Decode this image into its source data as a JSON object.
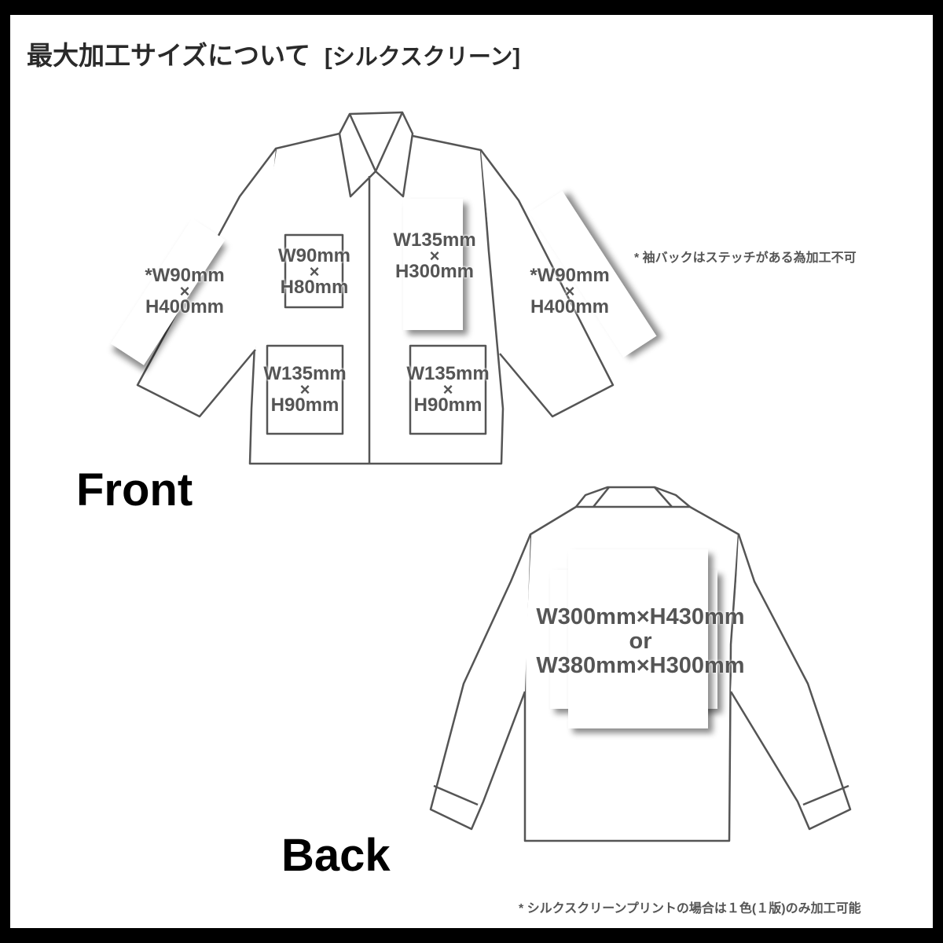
{
  "title": {
    "main": "最大加工サイズについて",
    "sub": "[シルクスクリーン]"
  },
  "front": {
    "view_label": "Front",
    "areas": [
      {
        "id": "right-sleeve",
        "w": "*W90mm",
        "x": "×",
        "h": "H400mm"
      },
      {
        "id": "left-chest-pocket",
        "w": "W90mm",
        "x": "×",
        "h": "H80mm"
      },
      {
        "id": "right-chest",
        "w": "W135mm",
        "x": "×",
        "h": "H300mm"
      },
      {
        "id": "left-sleeve",
        "w": "*W90mm",
        "x": "×",
        "h": "H400mm"
      },
      {
        "id": "lower-left-pocket",
        "w": "W135mm",
        "x": "×",
        "h": "H90mm"
      },
      {
        "id": "lower-right-pocket",
        "w": "W135mm",
        "x": "×",
        "h": "H90mm"
      }
    ],
    "sleeve_note": "* 袖バックはステッチがある為加工不可"
  },
  "back": {
    "view_label": "Back",
    "area": {
      "line1": "W300mm×H430mm",
      "line2": "or",
      "line3": "W380mm×H300mm"
    }
  },
  "footer_note": "* シルクスクリーンプリントの場合は１色(１版)のみ加工可能",
  "colors": {
    "outline": "#555555",
    "text": "#555555",
    "border": "#000000",
    "background": "#ffffff"
  }
}
